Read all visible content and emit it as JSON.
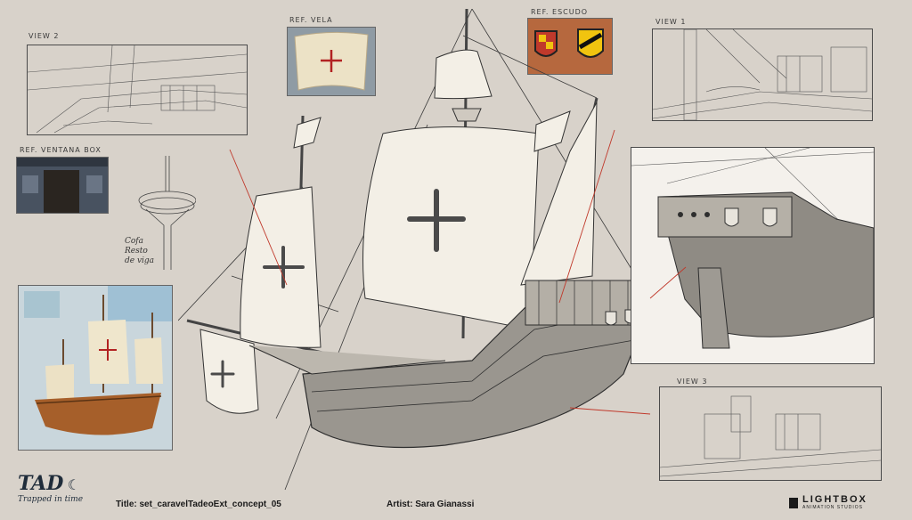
{
  "labels": {
    "view2": "VIEW 2",
    "ref_vela": "REF. VELA",
    "ref_escudo": "REF. ESCUDO",
    "view1": "VIEW 1",
    "ref_ventana": "REF. VENTANA BOX",
    "view3": "VIEW 3",
    "cofa_note": [
      "Cofa",
      "Resto",
      "de viga"
    ]
  },
  "footer": {
    "title": "Title: set_caravelTadeoExt_concept_05",
    "artist": "Artist: Sara Gianassi",
    "studio_logo": "LIGHTBOX",
    "studio_sub": "ANIMATION STUDIOS",
    "show_logo": "TAD",
    "show_sub": "Trapped in time"
  },
  "colors": {
    "background": "#d8d2ca",
    "sail": "#f3efe6",
    "cross": "#4a4a4a",
    "hull": "#9a968f",
    "red_cross": "#b22222"
  },
  "icons": [
    "cross-emblem",
    "shield-emblem",
    "moon-emblem"
  ]
}
